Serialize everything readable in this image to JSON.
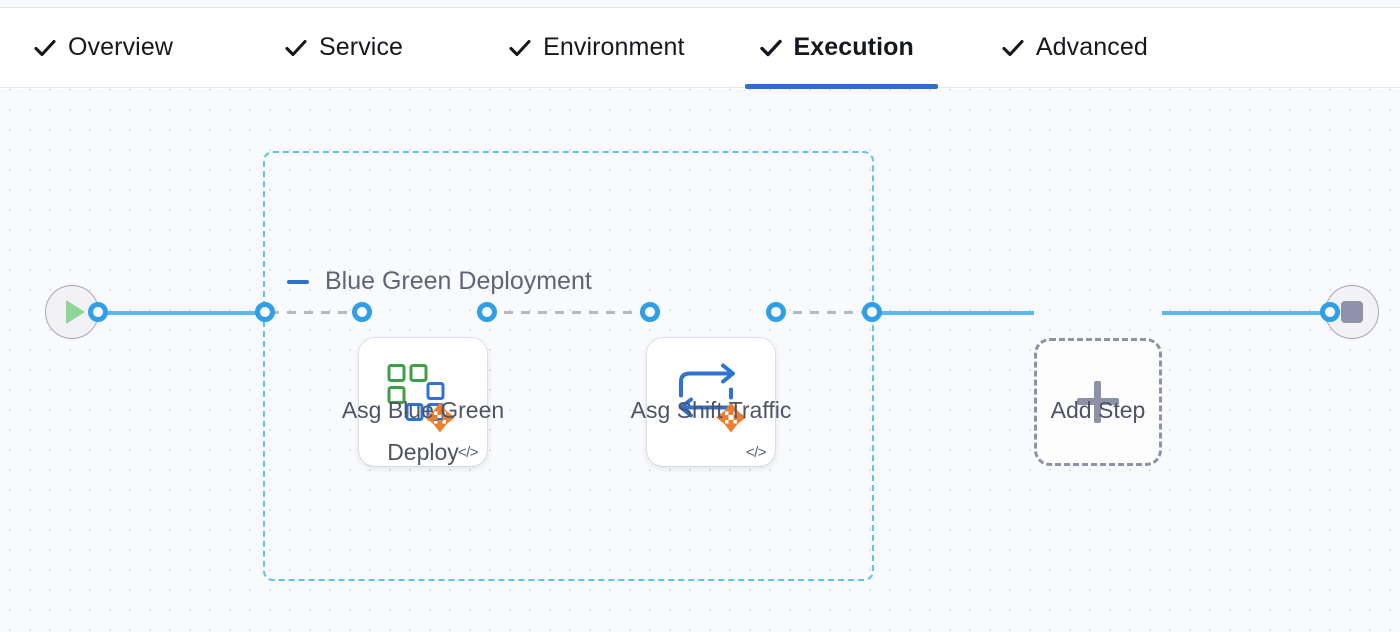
{
  "tabs": [
    {
      "label": "Overview",
      "icon": "check-icon",
      "active": false,
      "completed": true
    },
    {
      "label": "Service",
      "icon": "check-icon",
      "active": false,
      "completed": true
    },
    {
      "label": "Environment",
      "icon": "check-icon",
      "active": false,
      "completed": true
    },
    {
      "label": "Execution",
      "icon": "check-icon",
      "active": true,
      "completed": true
    },
    {
      "label": "Advanced",
      "icon": "check-icon",
      "active": false,
      "completed": true
    }
  ],
  "canvas": {
    "start_node": {
      "name": "pipeline-start",
      "icon": "play-icon"
    },
    "end_node": {
      "name": "pipeline-end",
      "icon": "stop-icon"
    },
    "group": {
      "title": "Blue Green Deployment",
      "collapse_icon": "minus-icon",
      "steps": [
        {
          "label": "Asg Blue Green\nDeploy",
          "icon": "asg-blue-green-deploy-icon",
          "badge": "</>"
        },
        {
          "label": "Asg Shift Traffic",
          "icon": "asg-shift-traffic-icon",
          "badge": "</>"
        }
      ]
    },
    "add_step": {
      "label": "Add Step",
      "icon": "plus-icon"
    }
  },
  "colors": {
    "accent_blue": "#2f6fce",
    "edge_blue": "#5ab8f0",
    "port_blue": "#2f9fe8",
    "group_border": "#5cc3f2",
    "edge_dashed": "#b3b9c6",
    "icon_green": "#3f9e48",
    "icon_blue": "#2f72d6",
    "icon_orange": "#ec7f2d",
    "canvas_bg": "#f9fafd",
    "text_primary": "#16181f",
    "text_muted": "#4e5465"
  }
}
